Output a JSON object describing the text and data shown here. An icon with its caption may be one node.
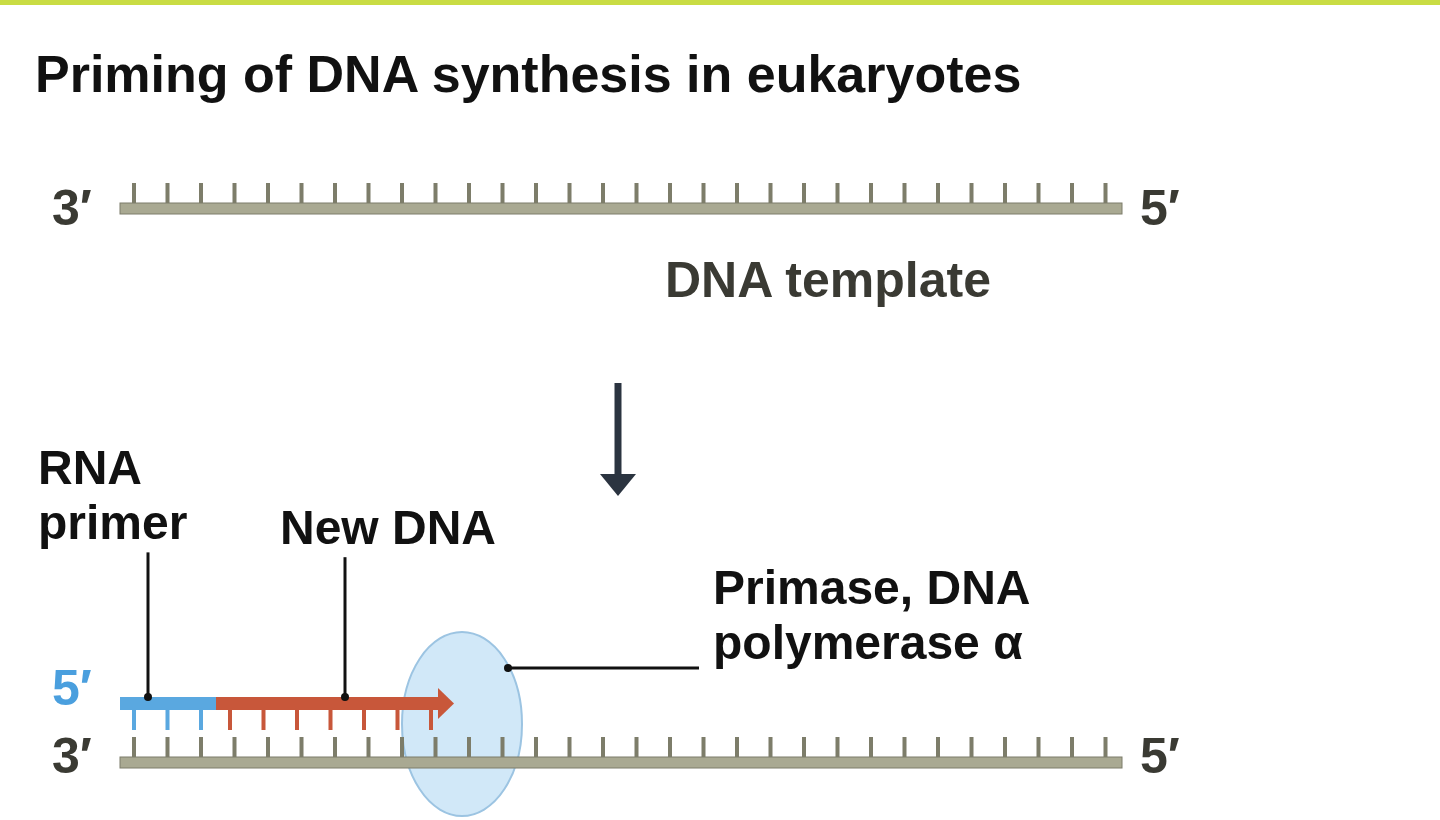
{
  "diagram": {
    "title": "Priming of DNA synthesis in eukaryotes",
    "nodes": [
      {
        "text": [
          "RNA primer"
        ]
      },
      {
        "text": [
          "New DNA"
        ]
      },
      {
        "text": [
          "Primase, DNA polymerase α"
        ]
      },
      {
        "text": [],
        "shape": "bar"
      },
      {
        "text": [],
        "shape": "bar"
      },
      {
        "text": [],
        "shape": "circle"
      }
    ],
    "edges": [
      {
        "from": 0,
        "to": 3,
        "arrow": "other"
      },
      {
        "from": 1,
        "to": 4,
        "arrow": "other"
      },
      {
        "from": 2,
        "to": 5,
        "arrow": "other"
      }
    ],
    "labels": [
      "3′",
      "5′",
      "DNA template",
      "5′",
      "3′",
      "5′"
    ]
  }
}
